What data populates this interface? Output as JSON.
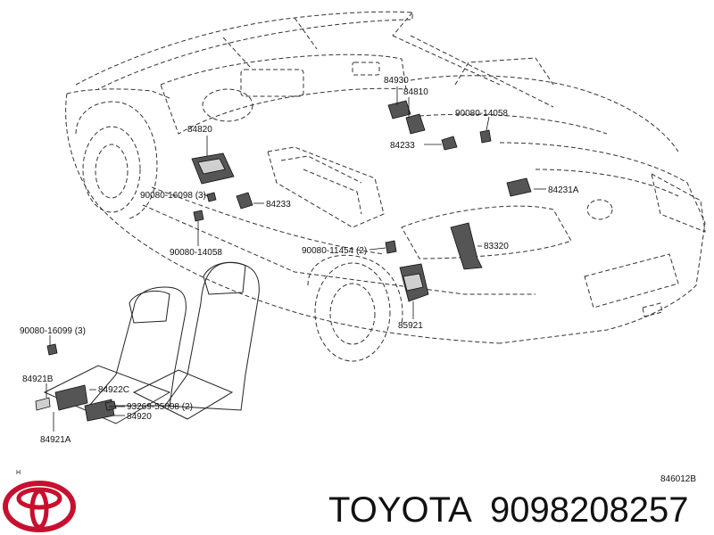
{
  "brand": {
    "name": "TOYOTA",
    "part_number": "9098208257",
    "logo_color": "#c8102e"
  },
  "diagram": {
    "ref_code": "846012B",
    "corner_mark": "H",
    "callouts": [
      "84930",
      "84810",
      "90080-14058",
      "84233",
      "84820",
      "90080-16098 (3)",
      "84233",
      "90080-14058",
      "84231A",
      "83320",
      "90080-11454 (2)",
      "85921",
      "90080-16099 (3)",
      "84921B",
      "84922C",
      "93269-55008 (2)",
      "84920",
      "84921A"
    ]
  }
}
